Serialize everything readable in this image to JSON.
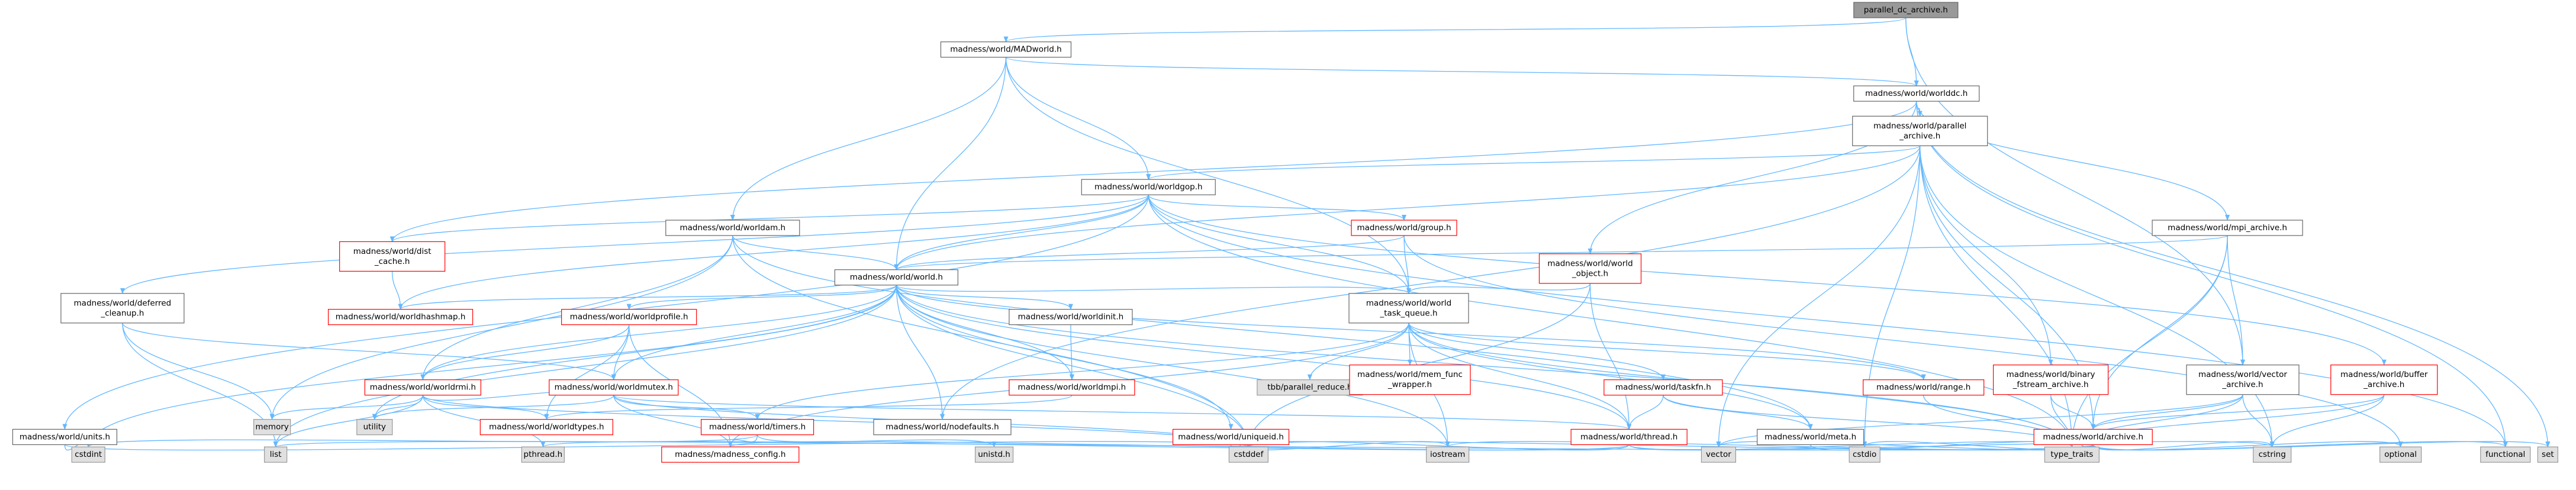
{
  "palette": {
    "edge": "#63b8ff",
    "arrow": "#63b8ff",
    "root_fill": "#999999",
    "root_stroke": "#666666",
    "normal_stroke": "#666666",
    "red_stroke": "#ff0000",
    "gray_fill": "#e0e0e0",
    "gray_stroke": "#999999",
    "text": "#000000"
  },
  "nodes": [
    {
      "id": "parallel_dc_archive",
      "lines": [
        "parallel_dc_archive.h"
      ],
      "style": "root"
    },
    {
      "id": "madworld",
      "lines": [
        "madness/world/MADworld.h"
      ],
      "style": "normal"
    },
    {
      "id": "worlddc",
      "lines": [
        "madness/world/worlddc.h"
      ],
      "style": "normal"
    },
    {
      "id": "parallel_archive",
      "lines": [
        "madness/world/parallel",
        "_archive.h"
      ],
      "style": "normal"
    },
    {
      "id": "worldgop",
      "lines": [
        "madness/world/worldgop.h"
      ],
      "style": "normal"
    },
    {
      "id": "worldam",
      "lines": [
        "madness/world/worldam.h"
      ],
      "style": "normal"
    },
    {
      "id": "group",
      "lines": [
        "madness/world/group.h"
      ],
      "style": "red"
    },
    {
      "id": "mpi_archive",
      "lines": [
        "madness/world/mpi_archive.h"
      ],
      "style": "normal"
    },
    {
      "id": "dist_cache",
      "lines": [
        "madness/world/dist",
        "_cache.h"
      ],
      "style": "red"
    },
    {
      "id": "world",
      "lines": [
        "madness/world/world.h"
      ],
      "style": "normal"
    },
    {
      "id": "world_object",
      "lines": [
        "madness/world/world",
        "_object.h"
      ],
      "style": "red"
    },
    {
      "id": "deferred_cleanup",
      "lines": [
        "madness/world/deferred",
        "_cleanup.h"
      ],
      "style": "normal"
    },
    {
      "id": "worldhashmap",
      "lines": [
        "madness/world/worldhashmap.h"
      ],
      "style": "red"
    },
    {
      "id": "worldprofile",
      "lines": [
        "madness/world/worldprofile.h"
      ],
      "style": "red"
    },
    {
      "id": "worldinit",
      "lines": [
        "madness/world/worldinit.h"
      ],
      "style": "normal"
    },
    {
      "id": "world_task_queue",
      "lines": [
        "madness/world/world",
        "_task_queue.h"
      ],
      "style": "normal"
    },
    {
      "id": "worldmpi",
      "lines": [
        "madness/world/worldmpi.h"
      ],
      "style": "red"
    },
    {
      "id": "worldrmi",
      "lines": [
        "madness/world/worldrmi.h"
      ],
      "style": "red"
    },
    {
      "id": "worldmutex",
      "lines": [
        "madness/world/worldmutex.h"
      ],
      "style": "red"
    },
    {
      "id": "tbb_parallel_reduce",
      "lines": [
        "tbb/parallel_reduce.h"
      ],
      "style": "gray"
    },
    {
      "id": "mem_func_wrapper",
      "lines": [
        "madness/world/mem_func",
        "_wrapper.h"
      ],
      "style": "red"
    },
    {
      "id": "taskfn",
      "lines": [
        "madness/world/taskfn.h"
      ],
      "style": "red"
    },
    {
      "id": "range",
      "lines": [
        "madness/world/range.h"
      ],
      "style": "red"
    },
    {
      "id": "binary_fstream_archive",
      "lines": [
        "madness/world/binary",
        "_fstream_archive.h"
      ],
      "style": "red"
    },
    {
      "id": "vector_archive",
      "lines": [
        "madness/world/vector",
        "_archive.h"
      ],
      "style": "normal"
    },
    {
      "id": "buffer_archive",
      "lines": [
        "madness/world/buffer",
        "_archive.h"
      ],
      "style": "red"
    },
    {
      "id": "units",
      "lines": [
        "madness/world/units.h"
      ],
      "style": "normal"
    },
    {
      "id": "memory",
      "lines": [
        "memory"
      ],
      "style": "gray"
    },
    {
      "id": "utility",
      "lines": [
        "utility"
      ],
      "style": "gray"
    },
    {
      "id": "worldtypes",
      "lines": [
        "madness/world/worldtypes.h"
      ],
      "style": "red"
    },
    {
      "id": "timers",
      "lines": [
        "madness/world/timers.h"
      ],
      "style": "red"
    },
    {
      "id": "nodefaults",
      "lines": [
        "madness/world/nodefaults.h"
      ],
      "style": "normal"
    },
    {
      "id": "uniqueid",
      "lines": [
        "madness/world/uniqueid.h"
      ],
      "style": "red"
    },
    {
      "id": "thread",
      "lines": [
        "madness/world/thread.h"
      ],
      "style": "red"
    },
    {
      "id": "meta",
      "lines": [
        "madness/world/meta.h"
      ],
      "style": "normal"
    },
    {
      "id": "archive",
      "lines": [
        "madness/world/archive.h"
      ],
      "style": "red"
    },
    {
      "id": "cstdint",
      "lines": [
        "cstdint"
      ],
      "style": "gray"
    },
    {
      "id": "list",
      "lines": [
        "list"
      ],
      "style": "gray"
    },
    {
      "id": "pthread",
      "lines": [
        "pthread.h"
      ],
      "style": "gray"
    },
    {
      "id": "madness_config",
      "lines": [
        "madness/madness_config.h"
      ],
      "style": "red"
    },
    {
      "id": "unistd",
      "lines": [
        "unistd.h"
      ],
      "style": "gray"
    },
    {
      "id": "cstddef",
      "lines": [
        "cstddef"
      ],
      "style": "gray"
    },
    {
      "id": "iostream",
      "lines": [
        "iostream"
      ],
      "style": "gray"
    },
    {
      "id": "vector",
      "lines": [
        "vector"
      ],
      "style": "gray"
    },
    {
      "id": "cstdio",
      "lines": [
        "cstdio"
      ],
      "style": "gray"
    },
    {
      "id": "type_traits",
      "lines": [
        "type_traits"
      ],
      "style": "gray"
    },
    {
      "id": "cstring",
      "lines": [
        "cstring"
      ],
      "style": "gray"
    },
    {
      "id": "optional",
      "lines": [
        "optional"
      ],
      "style": "gray"
    },
    {
      "id": "functional",
      "lines": [
        "functional"
      ],
      "style": "gray"
    },
    {
      "id": "set",
      "lines": [
        "set"
      ],
      "style": "gray"
    }
  ],
  "edges": [
    [
      "parallel_dc_archive",
      "madworld"
    ],
    [
      "parallel_dc_archive",
      "worlddc"
    ],
    [
      "parallel_dc_archive",
      "vector_archive"
    ],
    [
      "madworld",
      "worlddc"
    ],
    [
      "madworld",
      "world"
    ],
    [
      "madworld",
      "worldam"
    ],
    [
      "madworld",
      "worldgop"
    ],
    [
      "madworld",
      "world_task_queue"
    ],
    [
      "worlddc",
      "parallel_archive"
    ],
    [
      "worlddc",
      "mpi_archive"
    ],
    [
      "worlddc",
      "world_object"
    ],
    [
      "worlddc",
      "dist_cache"
    ],
    [
      "worlddc",
      "set"
    ],
    [
      "worlddc",
      "functional"
    ],
    [
      "parallel_archive",
      "worldgop"
    ],
    [
      "parallel_archive",
      "world"
    ],
    [
      "parallel_archive",
      "binary_fstream_archive"
    ],
    [
      "parallel_archive",
      "archive"
    ],
    [
      "parallel_archive",
      "vector"
    ],
    [
      "parallel_archive",
      "cstdio"
    ],
    [
      "parallel_archive",
      "type_traits"
    ],
    [
      "parallel_archive",
      "cstring"
    ],
    [
      "parallel_archive",
      "nodefaults"
    ],
    [
      "worldgop",
      "world"
    ],
    [
      "worldgop",
      "group"
    ],
    [
      "worldgop",
      "world_task_queue"
    ],
    [
      "worldgop",
      "dist_cache"
    ],
    [
      "worldgop",
      "buffer_archive"
    ],
    [
      "worldgop",
      "deferred_cleanup"
    ],
    [
      "worldgop",
      "units"
    ],
    [
      "worldgop",
      "type_traits"
    ],
    [
      "worldgop",
      "functional"
    ],
    [
      "worldgop",
      "worldhashmap"
    ],
    [
      "worldam",
      "world"
    ],
    [
      "worldam",
      "worldrmi"
    ],
    [
      "worldam",
      "memory"
    ],
    [
      "worldam",
      "cstddef"
    ],
    [
      "worldam",
      "meta"
    ],
    [
      "group",
      "world"
    ],
    [
      "group",
      "world_task_queue"
    ],
    [
      "group",
      "optional"
    ],
    [
      "mpi_archive",
      "world"
    ],
    [
      "mpi_archive",
      "vector_archive"
    ],
    [
      "mpi_archive",
      "archive"
    ],
    [
      "mpi_archive",
      "type_traits"
    ],
    [
      "dist_cache",
      "worldhashmap"
    ],
    [
      "world",
      "worldhashmap"
    ],
    [
      "world",
      "worldprofile"
    ],
    [
      "world",
      "worldinit"
    ],
    [
      "world",
      "worldmpi"
    ],
    [
      "world",
      "world_task_queue"
    ],
    [
      "world",
      "worldrmi"
    ],
    [
      "world",
      "worldmutex"
    ],
    [
      "world",
      "uniqueid"
    ],
    [
      "world",
      "nodefaults"
    ],
    [
      "world",
      "thread"
    ],
    [
      "world",
      "range"
    ],
    [
      "world",
      "cstdint"
    ],
    [
      "world",
      "list"
    ],
    [
      "world",
      "utility"
    ],
    [
      "world",
      "iostream"
    ],
    [
      "world",
      "cstddef"
    ],
    [
      "world",
      "type_traits"
    ],
    [
      "world_object",
      "world_task_queue"
    ],
    [
      "world_object",
      "thread"
    ],
    [
      "world_object",
      "cstddef"
    ],
    [
      "deferred_cleanup",
      "worldmutex"
    ],
    [
      "deferred_cleanup",
      "memory"
    ],
    [
      "deferred_cleanup",
      "list"
    ],
    [
      "worldprofile",
      "worldrmi"
    ],
    [
      "worldprofile",
      "worldmutex"
    ],
    [
      "worldprofile",
      "worldtypes"
    ],
    [
      "worldprofile",
      "madness_config"
    ],
    [
      "worldinit",
      "worldmpi"
    ],
    [
      "worldmpi",
      "worldtypes"
    ],
    [
      "world_task_queue",
      "tbb_parallel_reduce"
    ],
    [
      "world_task_queue",
      "mem_func_wrapper"
    ],
    [
      "world_task_queue",
      "taskfn"
    ],
    [
      "world_task_queue",
      "range"
    ],
    [
      "world_task_queue",
      "meta"
    ],
    [
      "world_task_queue",
      "iostream"
    ],
    [
      "world_task_queue",
      "type_traits"
    ],
    [
      "world_task_queue",
      "timers"
    ],
    [
      "world_task_queue",
      "thread"
    ],
    [
      "world_task_queue",
      "madness_config"
    ],
    [
      "worldrmi",
      "worldtypes"
    ],
    [
      "worldrmi",
      "worldmutex"
    ],
    [
      "worldrmi",
      "list"
    ],
    [
      "worldrmi",
      "memory"
    ],
    [
      "worldrmi",
      "utility"
    ],
    [
      "worldrmi",
      "pthread"
    ],
    [
      "worldrmi",
      "cstddef"
    ],
    [
      "worldmutex",
      "timers"
    ],
    [
      "worldmutex",
      "thread"
    ],
    [
      "worldmutex",
      "madness_config"
    ],
    [
      "worldmutex",
      "cstddef"
    ],
    [
      "worldmutex",
      "utility"
    ],
    [
      "taskfn",
      "thread"
    ],
    [
      "taskfn",
      "meta"
    ],
    [
      "taskfn",
      "type_traits"
    ],
    [
      "range",
      "type_traits"
    ],
    [
      "binary_fstream_archive",
      "archive"
    ],
    [
      "binary_fstream_archive",
      "type_traits"
    ],
    [
      "vector_archive",
      "archive"
    ],
    [
      "vector_archive",
      "vector"
    ],
    [
      "vector_archive",
      "cstring"
    ],
    [
      "vector_archive",
      "type_traits"
    ],
    [
      "buffer_archive",
      "archive"
    ],
    [
      "buffer_archive",
      "type_traits"
    ],
    [
      "buffer_archive",
      "cstring"
    ],
    [
      "units",
      "cstdint"
    ],
    [
      "units",
      "cstddef"
    ],
    [
      "timers",
      "madness_config"
    ],
    [
      "timers",
      "unistd"
    ],
    [
      "timers",
      "cstdint"
    ],
    [
      "uniqueid",
      "cstddef"
    ],
    [
      "uniqueid",
      "iostream"
    ],
    [
      "thread",
      "madness_config"
    ],
    [
      "thread",
      "cstddef"
    ],
    [
      "thread",
      "type_traits"
    ],
    [
      "thread",
      "cstring"
    ],
    [
      "thread",
      "pthread"
    ],
    [
      "meta",
      "type_traits"
    ],
    [
      "archive",
      "type_traits"
    ],
    [
      "archive",
      "vector"
    ],
    [
      "archive",
      "cstdio"
    ],
    [
      "archive",
      "iostream"
    ],
    [
      "archive",
      "cstddef"
    ],
    [
      "archive",
      "optional"
    ],
    [
      "archive",
      "functional"
    ],
    [
      "archive",
      "set"
    ],
    [
      "archive",
      "list"
    ],
    [
      "archive",
      "cstring"
    ]
  ]
}
